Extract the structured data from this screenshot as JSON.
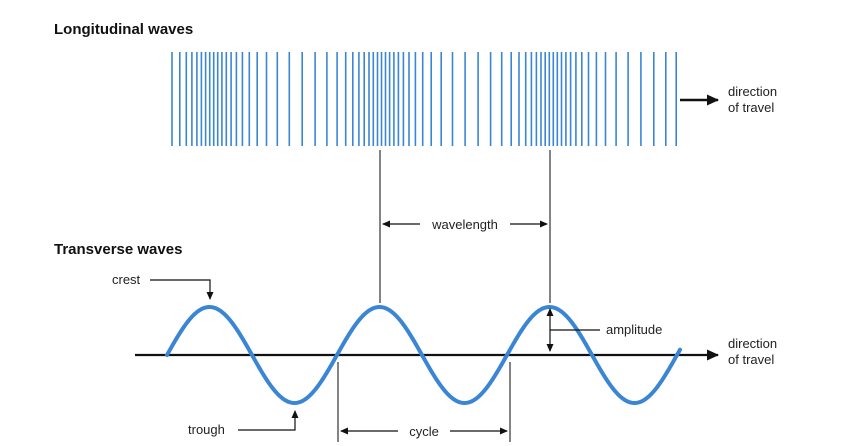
{
  "headings": {
    "longitudinal": "Longitudinal waves",
    "transverse": "Transverse waves"
  },
  "labels": {
    "direction_top_line1": "direction",
    "direction_top_line2": "of travel",
    "direction_bottom_line1": "direction",
    "direction_bottom_line2": "of travel",
    "wavelength": "wavelength",
    "crest": "crest",
    "trough": "trough",
    "cycle": "cycle",
    "amplitude": "amplitude"
  },
  "colors": {
    "wave": "#3a86d4",
    "ink": "#111111"
  },
  "icons": [
    "arrow-right-icon",
    "arrow-left-icon",
    "arrow-down-icon",
    "arrow-up-icon"
  ]
}
